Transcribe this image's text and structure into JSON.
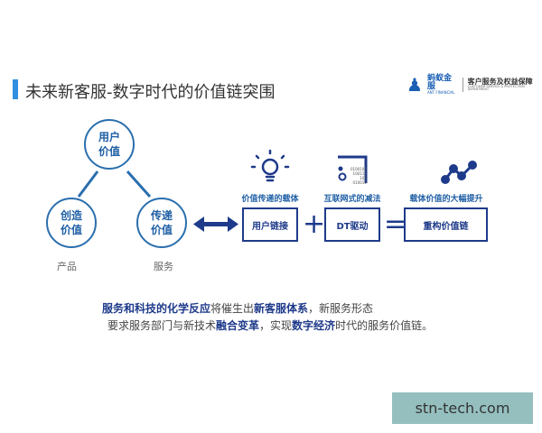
{
  "header": {
    "title": "未来新客服-数字时代的价值链突围",
    "accent": "#2f8fe0"
  },
  "logo": {
    "brand": "蚂蚁金服",
    "brand_en": "ANT FINANCIAL",
    "dept": "客户服务及权益保障",
    "dept_en": "CUSTOMER SERVICE & PROTECTION DEPARTMENT"
  },
  "triangle": {
    "top": "用户价值",
    "left": "创造价值",
    "right": "传递价值",
    "left_caption": "产品",
    "right_caption": "服务"
  },
  "equation": {
    "items": [
      {
        "icon": "lightbulb-icon",
        "label": "价值传递的载体",
        "box": "用户链接"
      },
      {
        "icon": "binary-data-icon",
        "label": "互联网式的减法",
        "box": "DT驱动"
      },
      {
        "icon": "line-chart-icon",
        "label": "载体价值的大幅提升",
        "box": "重构价值链"
      }
    ],
    "plus": "+",
    "equals": "=",
    "binary": [
      "0100100",
      "100111",
      "100",
      "010010"
    ]
  },
  "paragraph": {
    "l1_b1": "服务和科技的化学反应",
    "l1_t1": "将催生出",
    "l1_b2": "新客服体系",
    "l1_t2": "，新服务形态",
    "l2_t1": "要求服务部门与新技术",
    "l2_b1": "融合变革",
    "l2_t2": "，实现",
    "l2_b2": "数字经济",
    "l2_t3": "时代的服务价值链。"
  },
  "watermark": "stn-tech.com"
}
